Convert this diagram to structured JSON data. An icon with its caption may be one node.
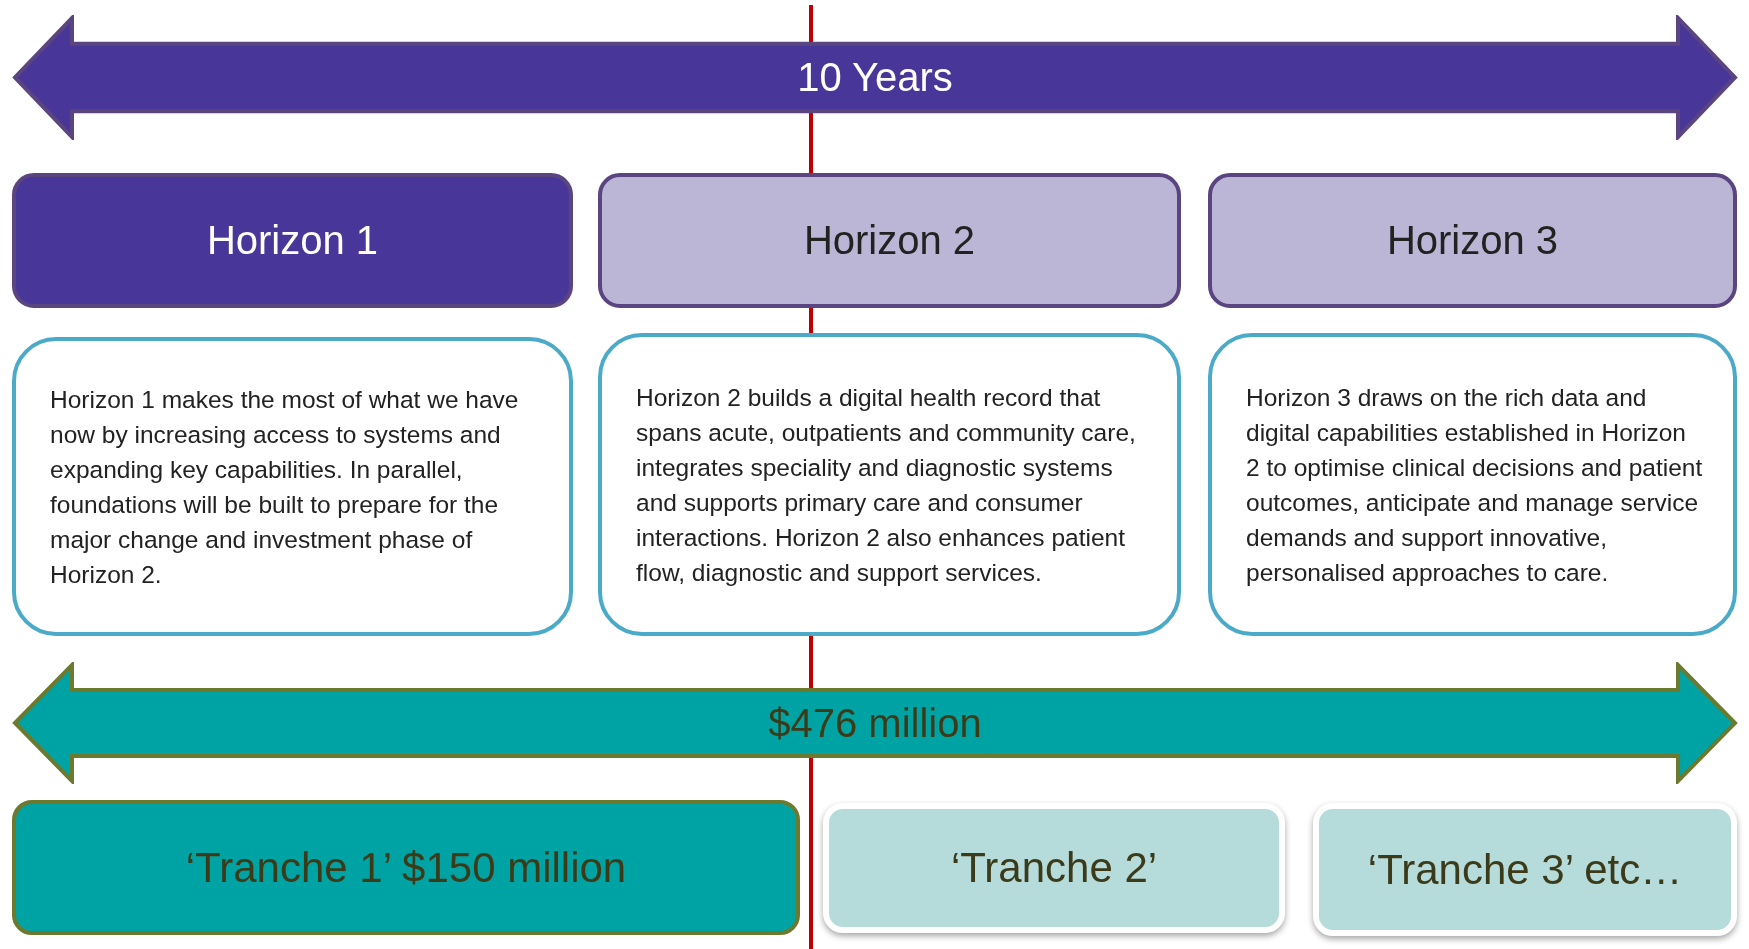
{
  "diagram": {
    "nodes": [
      {
        "text": [
          "10 Years"
        ]
      },
      {
        "text": [
          "Horizon 1"
        ]
      },
      {
        "text": [
          "Horizon 2"
        ]
      },
      {
        "text": [
          "Horizon 3"
        ]
      },
      {
        "text": [
          "Horizon 1 makes the most of what we have now by increasing access to systems and expanding key capabilities. In parallel, foundations will be built to prepare for the major change and investment phase of Horizon 2."
        ]
      },
      {
        "text": [
          "Horizon 2 builds a digital health record that spans acute, outpatients and community care, integrates speciality and diagnostic systems and supports primary care and consumer interactions. Horizon 2 also enhances patient flow, diagnostic and support services."
        ]
      },
      {
        "text": [
          "Horizon 3 draws on the rich data and digital capabilities established in Horizon 2 to optimise clinical decisions and patient outcomes, anticipate and manage service demands and support innovative, personalised approaches to care."
        ]
      },
      {
        "text": [
          "$476 million"
        ]
      },
      {
        "text": [
          "‘Tranche 1’ $150 million"
        ]
      },
      {
        "text": [
          "‘Tranche 2’"
        ]
      },
      {
        "text": [
          "‘Tranche 3’ etc…"
        ]
      }
    ],
    "edges": []
  }
}
